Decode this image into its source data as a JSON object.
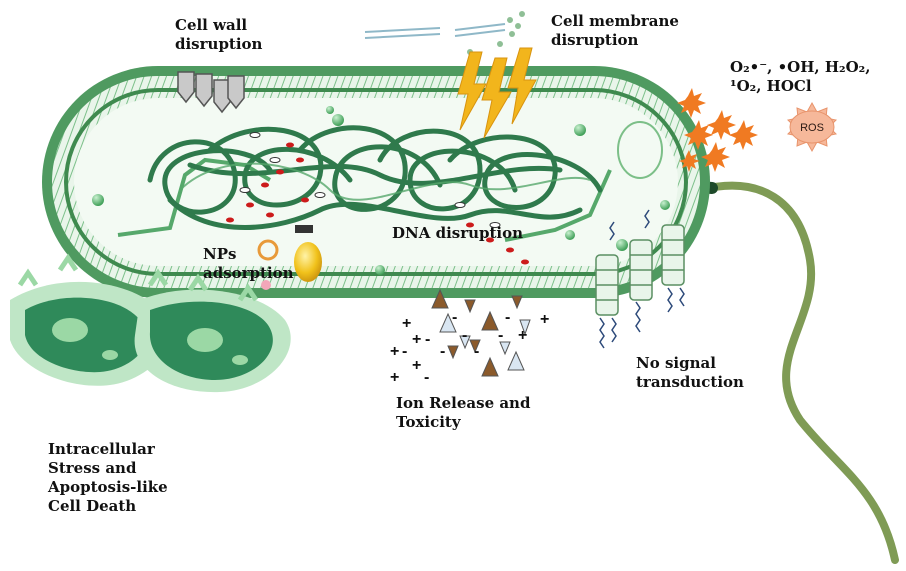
{
  "labels": {
    "cell_wall": [
      "Cell wall",
      "disruption"
    ],
    "cell_membrane": [
      "Cell membrane",
      "disruption"
    ],
    "ros_species": [
      "O₂•⁻, •OH, H₂O₂,",
      "¹O₂, HOCl"
    ],
    "ros": "ROS",
    "dna": "DNA disruption",
    "nps": [
      "NPs",
      "adsorption"
    ],
    "signal": [
      "No signal",
      "transduction"
    ],
    "ion": [
      "Ion Release and",
      "Toxicity"
    ],
    "stress": [
      "Intracellular",
      "Stress and",
      "Apoptosis-like",
      "Cell Death"
    ]
  },
  "charges": [
    "+",
    "+",
    "-",
    "+",
    "-",
    "+",
    "+",
    "-",
    "-",
    "+",
    "-",
    "-",
    "-",
    "-",
    "-",
    "+"
  ],
  "colors": {
    "outer_membrane": "#4f9a60",
    "inner_membrane": "#3f8a4f",
    "cytoplasm": "#f3faf3",
    "dna": "#2f7a4c",
    "dna_highlight": "#56a86b",
    "ros_burst": "#f07a22",
    "ros_sun": "#f6b89a",
    "lightning": "#f2b51c",
    "stress_cell": "#2f8a5a",
    "stress_bg": "#bfe6c6",
    "flagellum": "#7f9b55",
    "receptor": "#5a8f62",
    "nanoparticle": "#f1c21b"
  }
}
